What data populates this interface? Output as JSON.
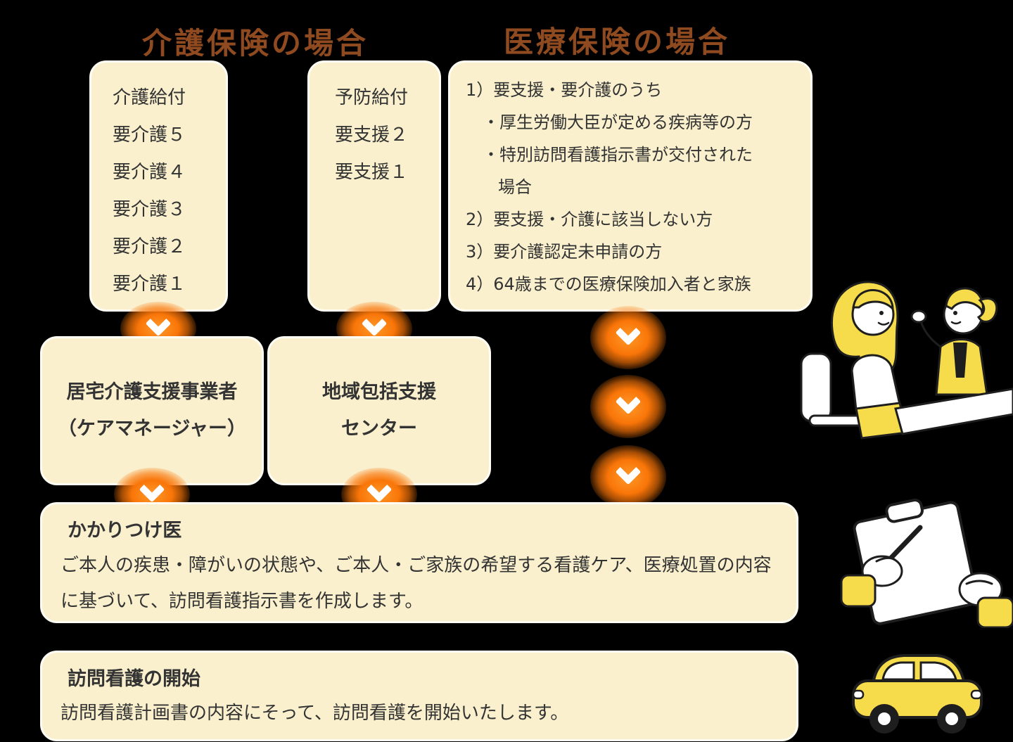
{
  "headings": {
    "kaigo": "介護保険の場合",
    "iryo": "医療保険の場合"
  },
  "boxes": {
    "kaigo_kyufu": {
      "lines": [
        "介護給付",
        "要介護５",
        "要介護４",
        "要介護３",
        "要介護２",
        "要介護１"
      ]
    },
    "yobo_kyufu": {
      "lines": [
        "予防給付",
        "要支援２",
        "要支援１"
      ]
    },
    "iryo_joken": {
      "lines": [
        "1）要支援・要介護のうち",
        "・厚生労働大臣が定める疾病等の方",
        "・特別訪問看護指示書が交付された",
        "場合",
        "2）要支援・介護に該当しない方",
        "3）要介護認定未申請の方",
        "4）64歳までの医療保険加入者と家族"
      ]
    },
    "kyotaku": {
      "lines": [
        "居宅介護支援事業者",
        "（ケアマネージャー）"
      ]
    },
    "chiiki": {
      "lines": [
        "地域包括支援",
        "センター"
      ]
    },
    "kakaritsuke": {
      "title": "かかりつけ医",
      "body": "ご本人の疾患・障がいの状態や、ご本人・ご家族の希望する看護ケア、医療処置の内容に基づいて、訪問看護指示書を作成します。"
    },
    "kaishi": {
      "title": "訪問看護の開始",
      "body": "訪問看護計画書の内容にそって、訪問看護を開始いたします。"
    }
  },
  "icons": [
    "arrow-down-icon",
    "consultation-illustration",
    "clipboard-writing-illustration",
    "car-illustration"
  ],
  "colors": {
    "background": "#000000",
    "box_fill": "#FAF0CD",
    "box_border": "#FFFDF4",
    "heading_text": "#8F4A1F",
    "body_text": "#333333",
    "arrow_orange": "#F97508",
    "illustration_yellow": "#F6DC4A",
    "outline_black": "#1E1E1E"
  }
}
